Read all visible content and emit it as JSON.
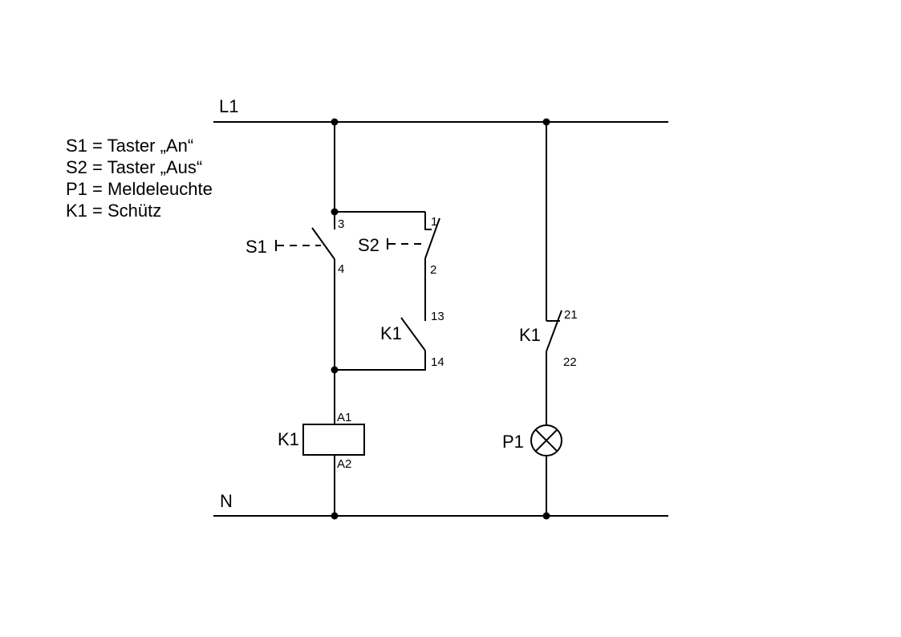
{
  "diagram": {
    "rails": {
      "top_label": "L1",
      "bottom_label": "N"
    },
    "legend": {
      "items": [
        "S1 = Taster „An“",
        "S2 = Taster „Aus“",
        "P1 = Meldeleuchte",
        "K1 = Schütz"
      ]
    },
    "components": {
      "s1": {
        "label": "S1",
        "terminal_top": "3",
        "terminal_bottom": "4"
      },
      "s2": {
        "label": "S2",
        "terminal_top": "1",
        "terminal_bottom": "2"
      },
      "k1_aux_contact": {
        "label": "K1",
        "terminal_top": "13",
        "terminal_bottom": "14"
      },
      "k1_coil": {
        "label": "K1",
        "terminal_top": "A1",
        "terminal_bottom": "A2"
      },
      "k1_lamp_contact": {
        "label": "K1",
        "terminal_top": "21",
        "terminal_bottom": "22"
      },
      "p1": {
        "label": "P1"
      }
    },
    "colors": {
      "line": "#000000",
      "background": "#ffffff"
    }
  }
}
